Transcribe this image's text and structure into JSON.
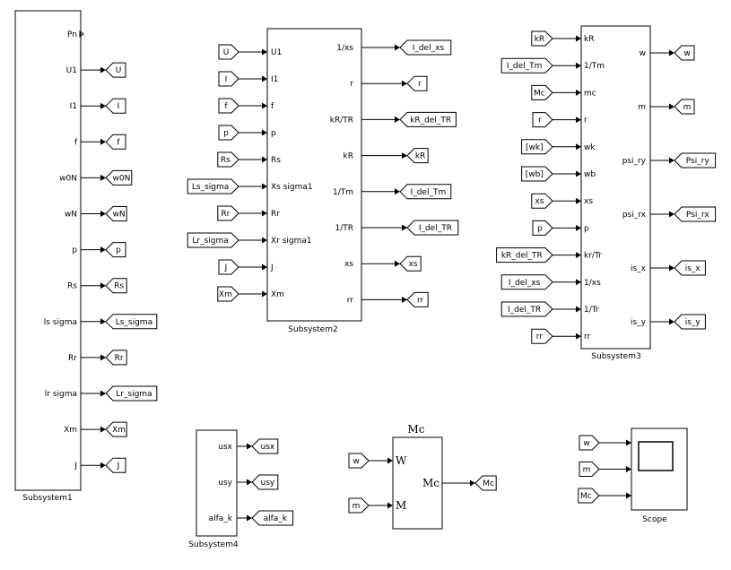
{
  "subsystem1": {
    "name": "Subsystem1",
    "ports": [
      "Pn",
      "U1",
      "I1",
      "f",
      "w0N",
      "wN",
      "p",
      "Rs",
      "ls sigma",
      "Rr",
      "lr sigma",
      "Xm",
      "J"
    ],
    "tags": [
      "",
      "U",
      "I",
      "f",
      "w0N",
      "wN",
      "p",
      "Rs",
      "Ls_sigma",
      "Rr",
      "Lr_sigma",
      "Xm",
      "J"
    ]
  },
  "subsystem2": {
    "name": "Subsystem2",
    "in_ports": [
      "U1",
      "I1",
      "f",
      "p",
      "Rs",
      "Xs sigma1",
      "Rr",
      "Xr sigma1",
      "J",
      "Xm"
    ],
    "in_tags": [
      "U",
      "I",
      "f",
      "p",
      "Rs",
      "Ls_sigma",
      "Rr",
      "Lr_sigma",
      "J",
      "Xm"
    ],
    "out_ports": [
      "1/xs",
      "r",
      "kR/TR",
      "kR",
      "1/Tm",
      "1/TR",
      "xs",
      "rr"
    ],
    "out_tags": [
      "I_del_xs",
      "r",
      "kR_del_TR",
      "kR",
      "I_del_Tm",
      "I_del_TR",
      "xs",
      "rr"
    ]
  },
  "subsystem3": {
    "name": "Subsystem3",
    "in_ports": [
      "kR",
      "1/Tm",
      "mc",
      "r",
      "wk",
      "wb",
      "xs",
      "p",
      "kr/Tr",
      "1/xs",
      "1/Tr",
      "rr"
    ],
    "in_tags": [
      "kR",
      "I_del_Tm",
      "Mc",
      "r",
      "[wk]",
      "[wb]",
      "xs",
      "p",
      "kR_del_TR",
      "I_del_xs",
      "I_del_TR",
      "rr"
    ],
    "out_ports": [
      "w",
      "m",
      "psi_ry",
      "psi_rx",
      "is_x",
      "is_y"
    ],
    "out_tags": [
      "w",
      "m",
      "Psi_ry",
      "Psi_rx",
      "is_x",
      "is_y"
    ]
  },
  "subsystem4": {
    "name": "Subsystem4",
    "out_ports": [
      "usx",
      "usy",
      "alfa_k"
    ],
    "out_tags": [
      "usx",
      "usy",
      "alfa_k"
    ]
  },
  "mc_block": {
    "title": "Mc",
    "in_ports": [
      "W",
      "M"
    ],
    "in_tags": [
      "w",
      "m"
    ],
    "out_port": "Mc",
    "out_tag": "Mc"
  },
  "scope": {
    "name": "Scope",
    "in_tags": [
      "w",
      "m",
      "Mc"
    ]
  }
}
